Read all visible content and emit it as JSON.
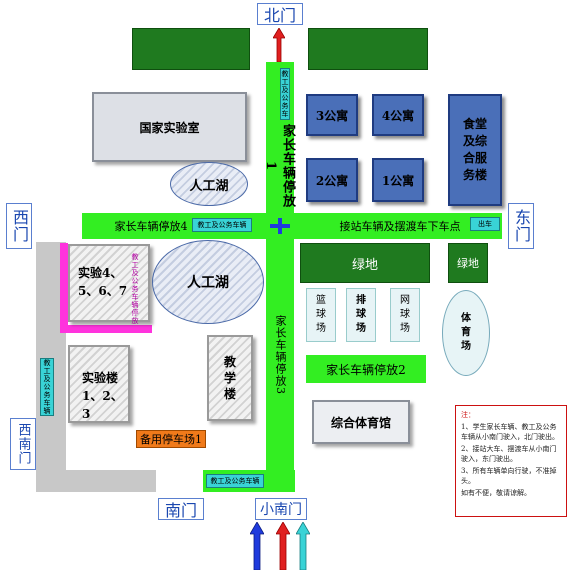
{
  "gates": {
    "north": "北门",
    "east": "东门",
    "west": "西门",
    "southwest": "西南门",
    "south": "南门",
    "small_south": "小南门"
  },
  "buildings": {
    "national_lab": "国家实验室",
    "apt3": "3公寓",
    "apt4": "4公寓",
    "apt2": "2公寓",
    "apt1": "1公寓",
    "canteen": "食堂及综合服务楼",
    "lab4567_line1": "实验4、",
    "lab4567_line2": "5、6、7",
    "lab123_line1": "实验楼",
    "lab123_line2": "1、2、3",
    "teaching": "教学楼",
    "gym": "综合体育馆"
  },
  "lakes": {
    "north": "人工湖",
    "south": "人工湖"
  },
  "green": {
    "green1": "绿地",
    "green2": "绿地"
  },
  "courts": {
    "basketball": "篮球场",
    "volleyball": "排球场",
    "tennis": "网球场",
    "stadium": "体育场"
  },
  "parking": {
    "p1": "家长车辆停放1",
    "p2": "家长车辆停放2",
    "p3": "家长车辆停放3",
    "p4": "家长车辆停放4",
    "backup": "备用停车场1"
  },
  "routes": {
    "bus_dropoff": "接站车辆及摆渡车下车点",
    "staff_bus": "教工及公务车辆",
    "staff_bus_short": "教工及公务车",
    "in_short": "出车",
    "pink_label": "教工及公务车辆停放"
  },
  "notes": {
    "title": "注：",
    "items": [
      "1、学生家长车辆、教工及公务车辆从小南门驶入，北门驶出。",
      "2、接站大车、摆渡车从小南门驶入，东门驶出。",
      "3、所有车辆单向行驶，不准掉头。",
      "如有不便，敬请谅解。"
    ]
  },
  "colors": {
    "road": "#33ee22",
    "building_blue": "#4a6fb8",
    "green_area": "#1f7a1f",
    "accent_pink": "#ff33dd",
    "gate_text": "#1a47b0",
    "note_red": "#cc1111",
    "backup_parking": "#f07a1a"
  }
}
